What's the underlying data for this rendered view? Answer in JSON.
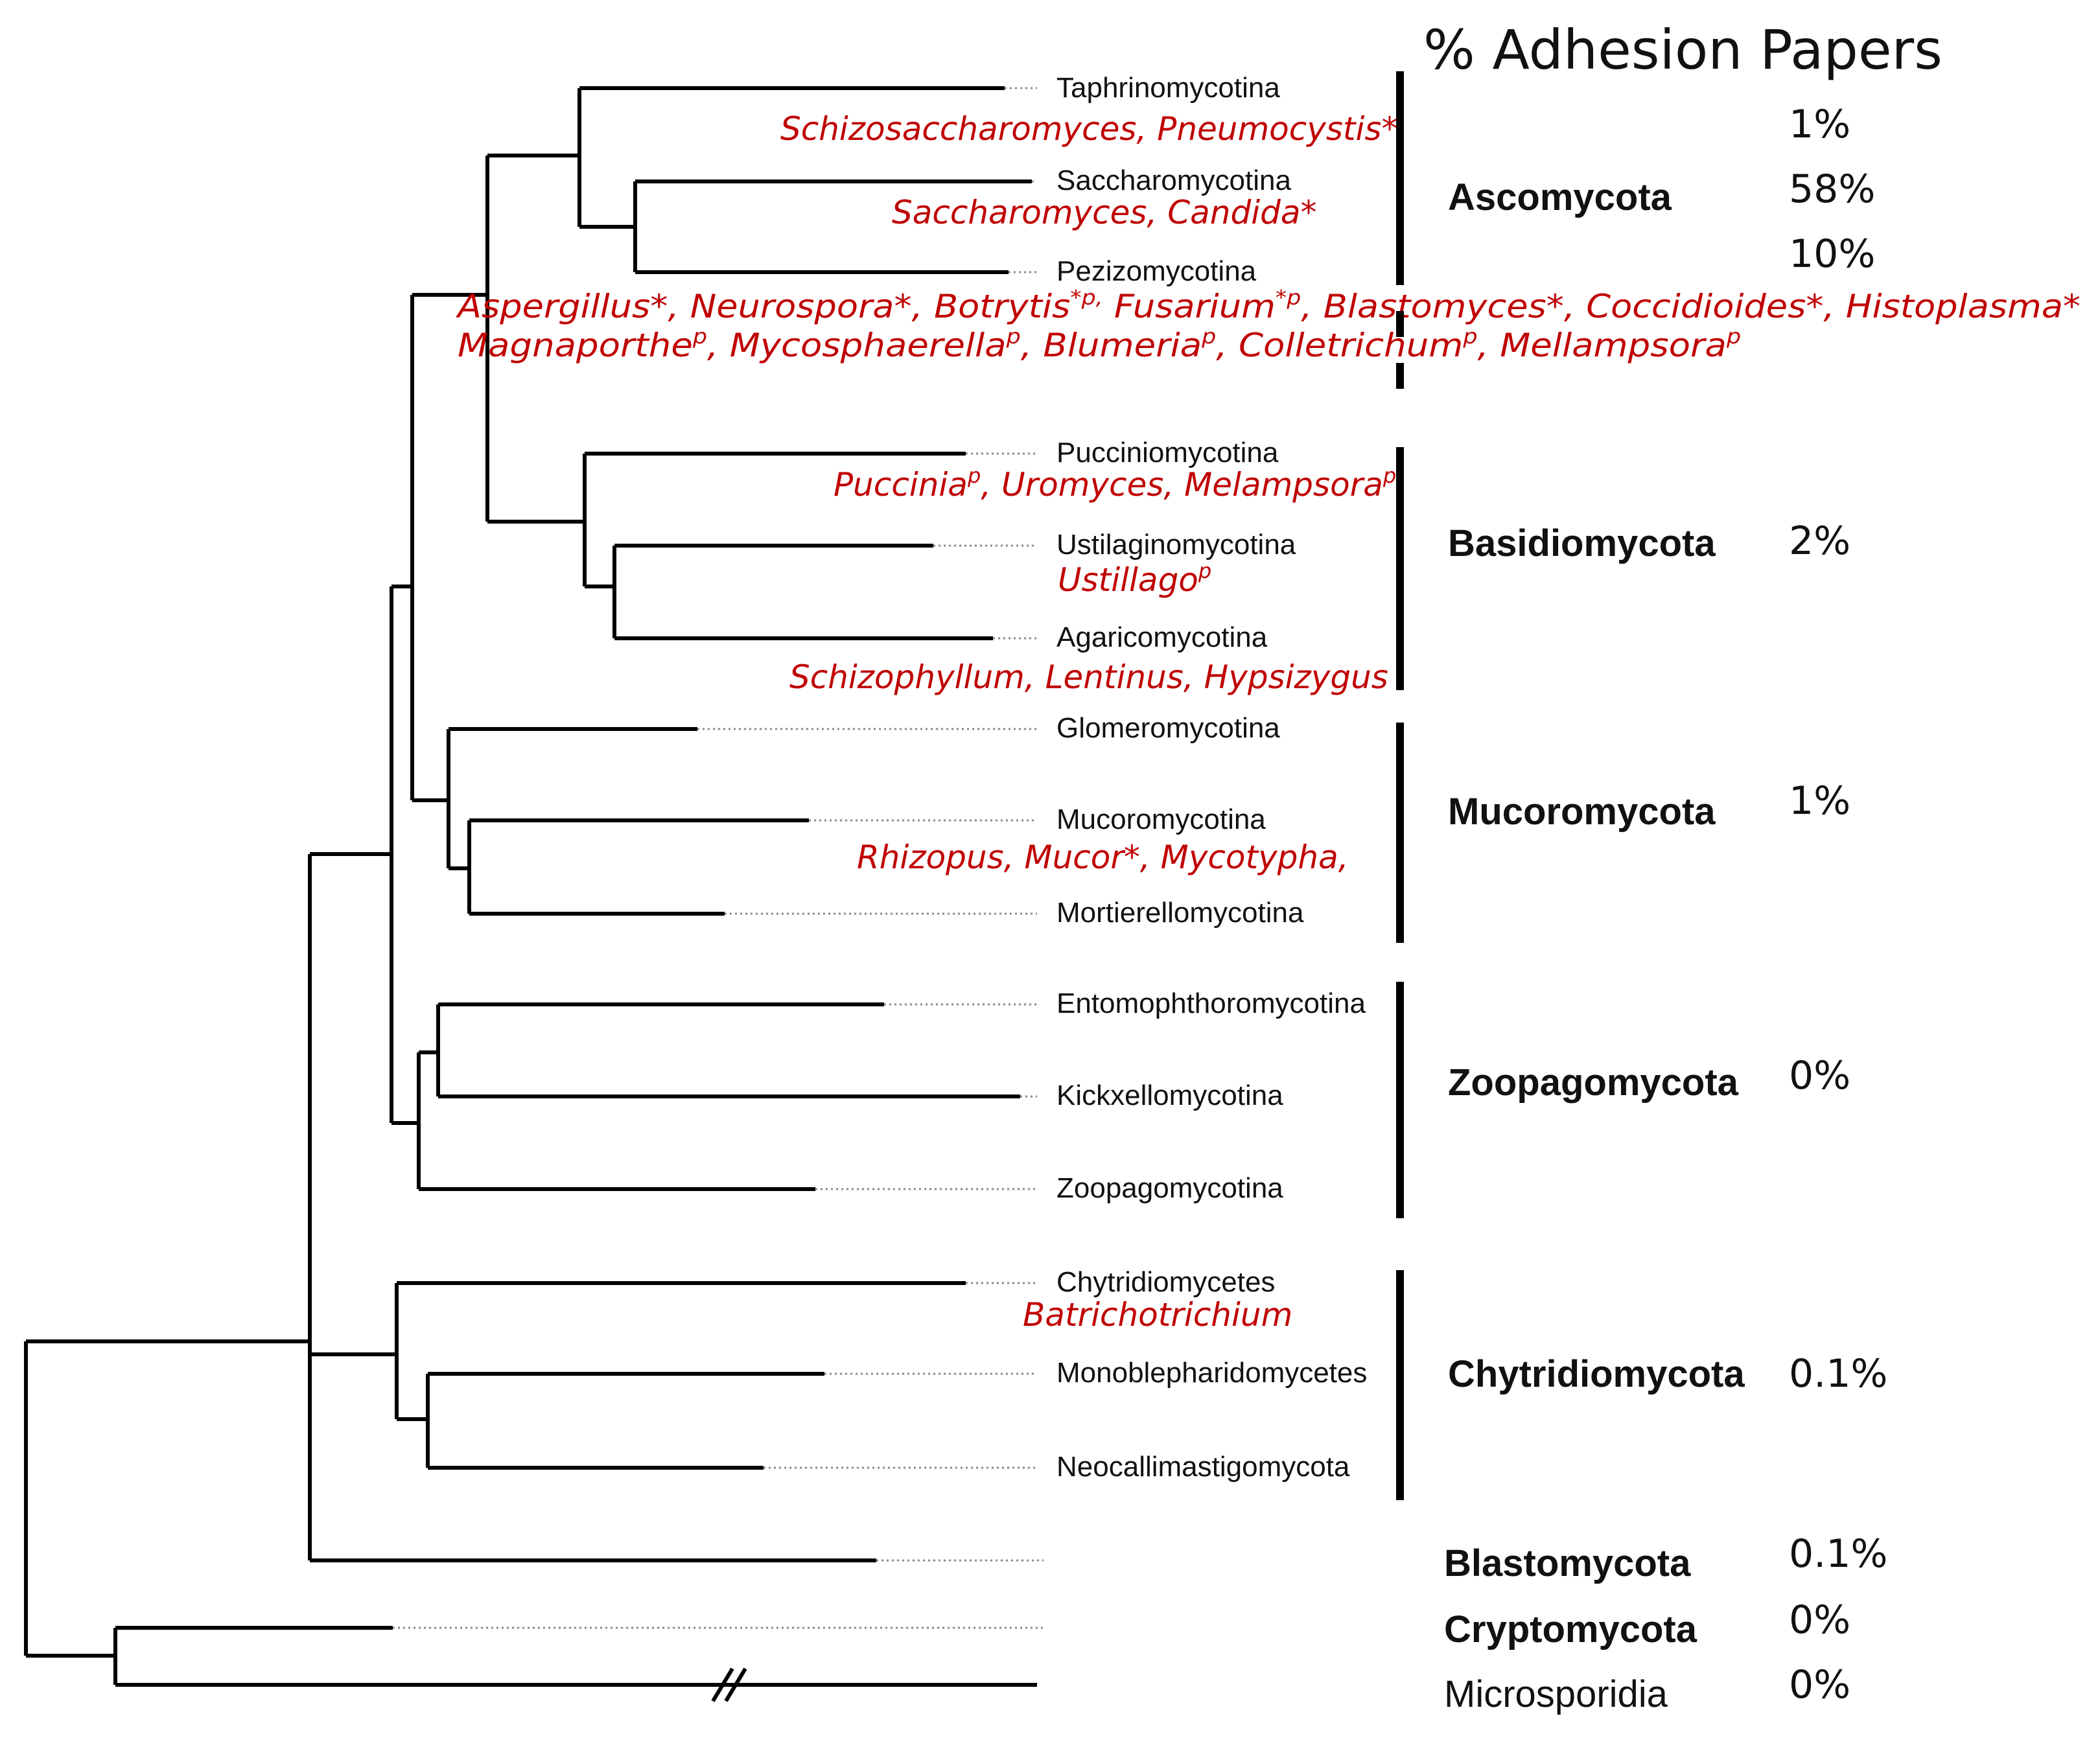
{
  "title": "% Adhesion Papers",
  "leaves": {
    "taphrinomycotina": "Taphrinomycotina",
    "saccharomycotina": "Saccharomycotina",
    "pezizomycotina": "Pezizomycotina",
    "pucciniomycotina": "Pucciniomycotina",
    "ustilaginomycotina": "Ustilaginomycotina",
    "agaricomycotina": "Agaricomycotina",
    "glomeromycotina": "Glomeromycotina",
    "mucoromycotina": "Mucoromycotina",
    "mortierellomycotina": "Mortierellomycotina",
    "entomophthoromycotina": "Entomophthoromycotina",
    "kickxellomycotina": "Kickxellomycotina",
    "zoopagomycotina": "Zoopagomycotina",
    "chytridiomycetes": "Chytridiomycetes",
    "monoblepharidomycetes": "Monoblepharidomycetes",
    "neocallimastigomycota": "Neocallimastigomycota"
  },
  "genera": {
    "taphrino": "Schizosaccharomyces, Pneumocystis*",
    "saccharo": "Saccharomyces, Candida*",
    "pezizo_1": {
      "a": "Aspergillus*, Neurospora*, Botrytis",
      "a_sup": "*p,",
      "b": " Fusarium",
      "b_sup": "*p",
      "c": ", Blastomyces*, Coccidioides*, Histoplasma*"
    },
    "pezizo_2": {
      "a": "Magnaporthe",
      "b": ", Mycosphaerella",
      "c": ", Blumeria",
      "d": ", Colletrichum",
      "e": ", Mellampsora",
      "sup": "p"
    },
    "puccinio": {
      "a": "Puccinia",
      "b": ", Uromyces, Melampsora",
      "sup": "p"
    },
    "ustilago": {
      "a": "Ustillago",
      "sup": "p"
    },
    "agarico": "Schizophyllum,  Lentinus, Hypsizygus",
    "mucoro": "Rhizopus, Mucor*, Mycotypha,",
    "chytrid": "Batrichotrichium"
  },
  "phyla": [
    {
      "name": "Ascomycota",
      "percent": "58%"
    },
    {
      "name": "Basidiomycota",
      "percent": "2%"
    },
    {
      "name": "Mucoromycota",
      "percent": "1%"
    },
    {
      "name": "Zoopagomycota",
      "percent": "0%"
    },
    {
      "name": "Chytridiomycota",
      "percent": "0.1%"
    },
    {
      "name": "Blastomycota",
      "percent": "0.1%"
    },
    {
      "name": "Cryptomycota",
      "percent": "0%"
    },
    {
      "name": "Microsporidia",
      "percent": "0%"
    }
  ],
  "ascomycota_subpercents": [
    "1%",
    "10%"
  ],
  "colors": {
    "genus_text": "#c00000",
    "tree_lines": "#000000"
  }
}
